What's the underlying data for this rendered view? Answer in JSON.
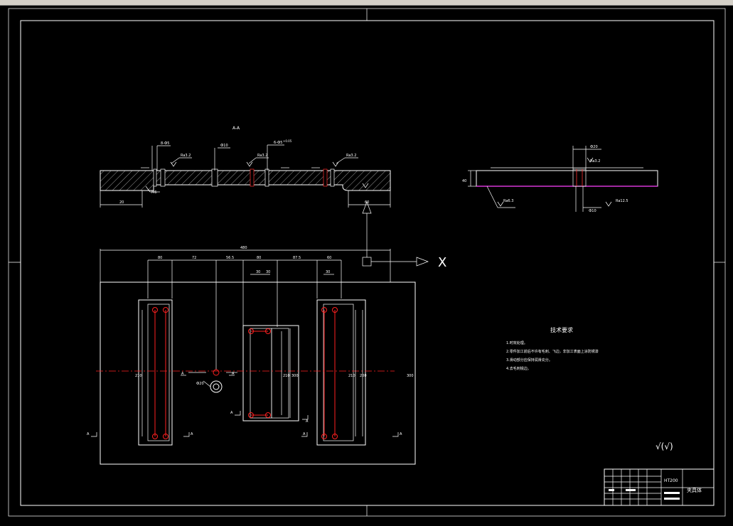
{
  "drawing": {
    "section_label": "A-A",
    "section_dims": {
      "d1": "8-Ф5",
      "d2": "Ф10",
      "d3": "6-Ф5",
      "d4": "+0.05",
      "d5": "M6",
      "d6": "20",
      "d7": "60"
    },
    "roughness": {
      "r1": "Ra3.2",
      "r2": "Ra3.2",
      "r3": "Ra3.2",
      "r4": "Ra3.2",
      "r5": "Ra6.3",
      "r6": "Ra12.5"
    },
    "side_dims": {
      "top": "Ф20",
      "height": "40",
      "bottom": "Ф10"
    },
    "plan_dims": {
      "overall_width": "480",
      "w1": "80",
      "w2": "72",
      "w3": "56.5",
      "w4": "80",
      "w5": "87.5",
      "w6": "60",
      "inner1": "30",
      "inner2": "30",
      "inner3": "30",
      "h1": "210",
      "h2": "210",
      "h3": "300",
      "h4": "210",
      "h5": "200",
      "hole": "Ф20"
    },
    "section_marks": {
      "a1": "A",
      "a2": "A",
      "a3": "A",
      "a4": "A",
      "a5": "A",
      "a6": "A",
      "a7": "A",
      "a8": "A"
    },
    "axis_label": "X"
  },
  "tech_requirements": {
    "title": "技术要求",
    "lines": [
      "1.时效处理。",
      "2.零件加工前后不许有毛刺、飞边，非加工表面上涂防锈漆",
      "3.滑动部分应保持润滑充分。",
      "4.去毛刺锐边。"
    ]
  },
  "roughness_symbol": "√(√)",
  "title_block": {
    "material": "HT200",
    "part_name": "夹具体"
  }
}
